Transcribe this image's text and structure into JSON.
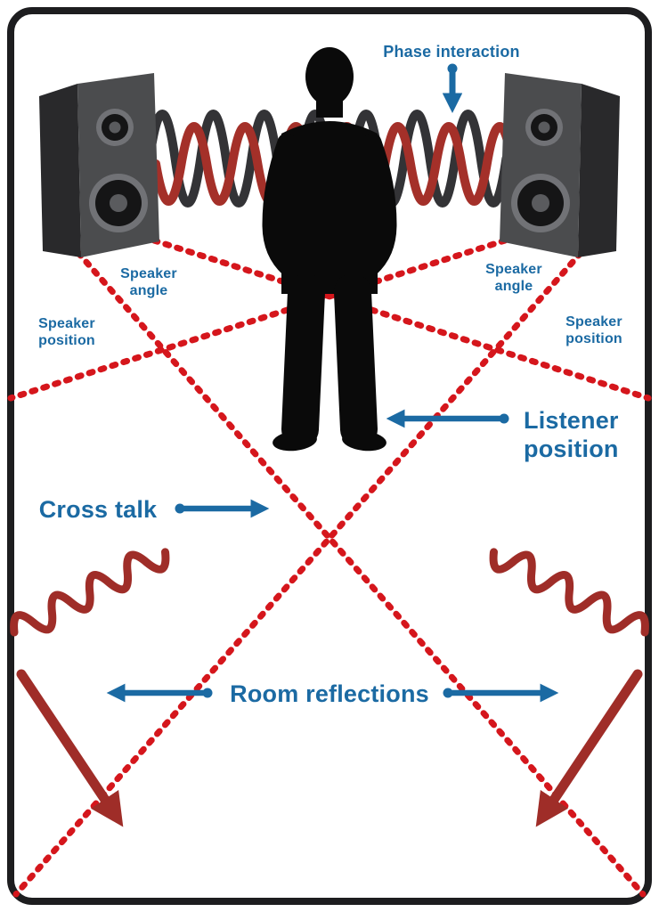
{
  "diagram": {
    "labels": {
      "phase_interaction": "Phase interaction",
      "speaker_angle": {
        "line1": "Speaker",
        "line2": "angle"
      },
      "speaker_position": {
        "line1": "Speaker",
        "line2": "position"
      },
      "listener_position": {
        "line1": "Listener",
        "line2": "position"
      },
      "cross_talk": "Cross talk",
      "room_reflections": "Room reflections"
    },
    "colors": {
      "label_blue": "#1b6aa3",
      "dotted_red": "#d5161c",
      "dark_red": "#9f2d28",
      "wave_black": "#333336",
      "wave_red": "#a43029",
      "silhouette": "#0a0a0a",
      "border_black": "#1d1d1f",
      "speaker_front": "#4b4c4e",
      "speaker_side": "#29292b",
      "speaker_ring": "#717276",
      "speaker_cap": "#5a5b5e",
      "driver_black": "#151516"
    }
  }
}
